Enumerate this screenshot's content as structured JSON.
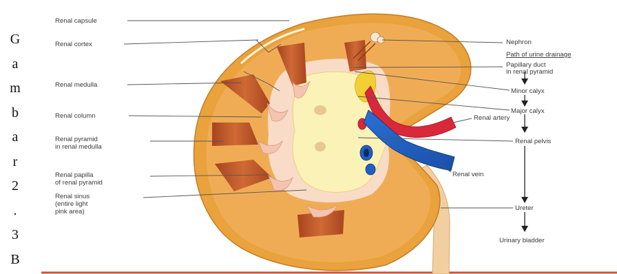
{
  "caption_letters": [
    "G",
    "a",
    "m",
    "b",
    "a",
    "r",
    "2",
    ".",
    "3",
    "B"
  ],
  "labels": {
    "renal_capsule": "Renal capsule",
    "renal_cortex": "Renal cortex",
    "renal_medulla": "Renal medulla",
    "renal_column": "Renal column",
    "renal_pyramid_1": "Renal pyramid",
    "renal_pyramid_2": "in renal medulla",
    "renal_papilla_1": "Renal papilla",
    "renal_papilla_2": "of renal pyramid",
    "renal_sinus_1": "Renal sinus",
    "renal_sinus_2": "(entire light",
    "renal_sinus_3": "pink area)",
    "nephron": "Nephron",
    "path_heading": "Path of urine drainage",
    "papillary_duct_1": "Papillary duct",
    "papillary_duct_2": "in renal pyramid",
    "minor_calyx": "Minor calyx",
    "major_calyx": "Major calyx",
    "renal_pelvis": "Renal pelvis",
    "ureter": "Ureter",
    "urinary_bladder": "Urinary bladder",
    "renal_artery": "Renal artery",
    "renal_vein": "Renal vein"
  },
  "colors": {
    "capsule": "#e9a23c",
    "cortex": "#f0ac55",
    "pyramid": "#b8542a",
    "sinus": "#f8dcc8",
    "pelvis": "#fbf2b8",
    "artery": "#d8283a",
    "vein": "#1f5fc4",
    "ureter": "#f2cfa0",
    "fat": "#f3cf36",
    "frame": "#c4583c"
  }
}
